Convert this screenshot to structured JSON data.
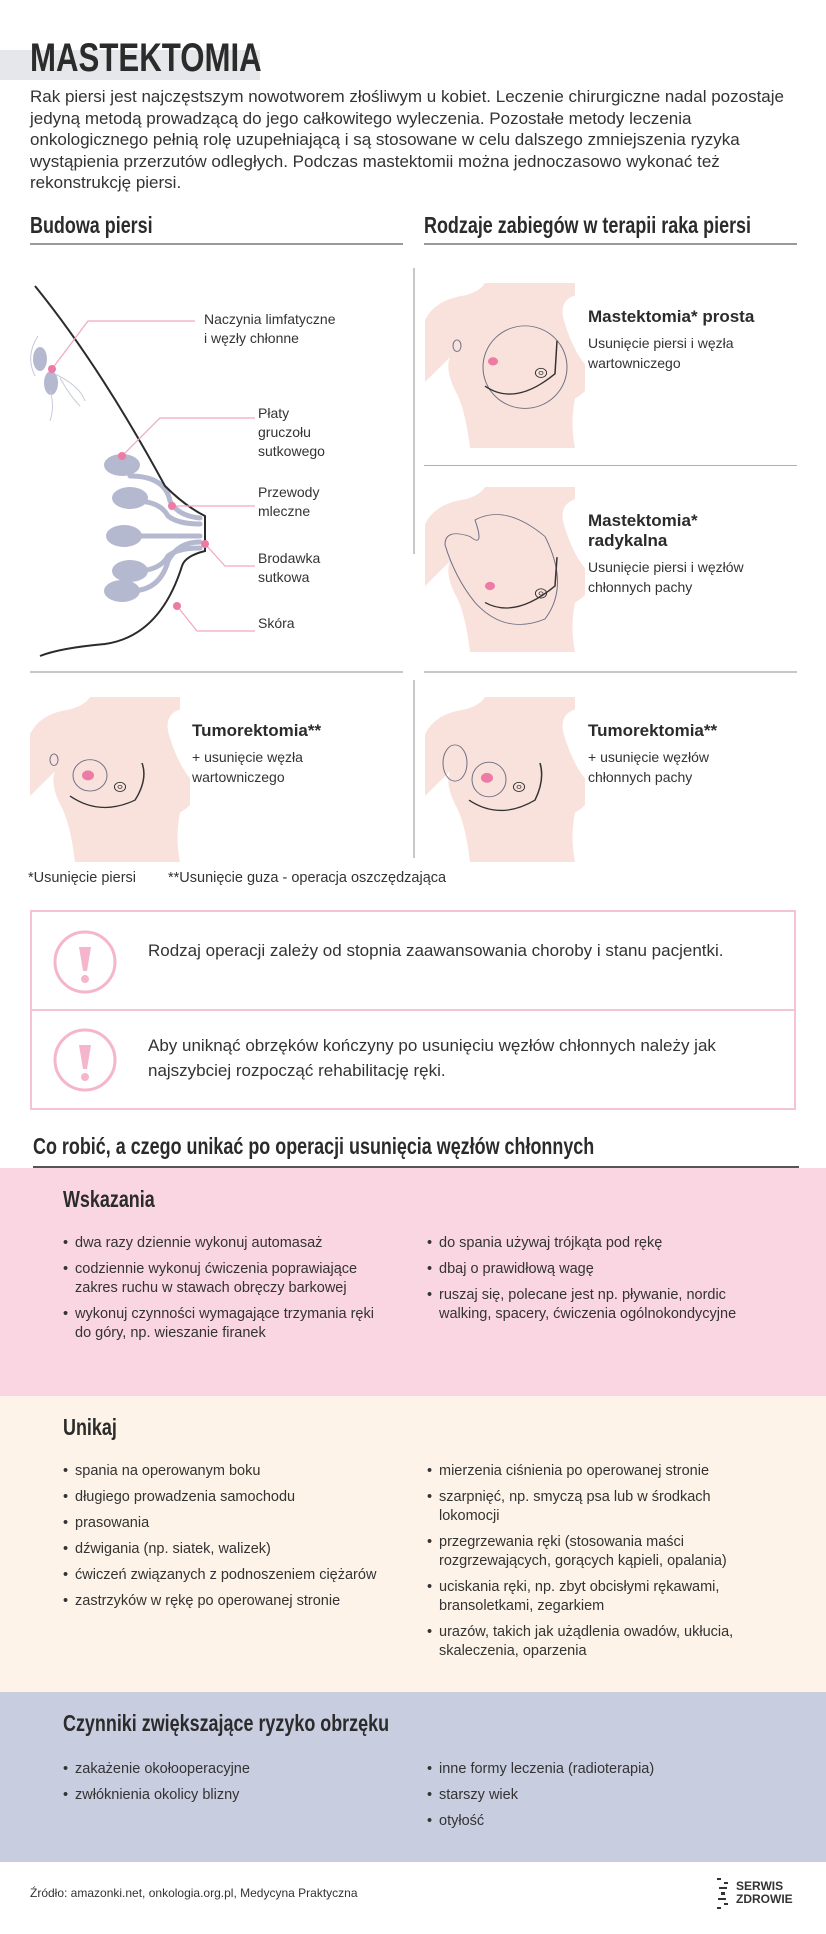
{
  "title": "MASTEKTOMIA",
  "intro": "Rak piersi jest najczęstszym nowotworem złośliwym u kobiet. Leczenie chirurgiczne nadal pozostaje jedyną metodą prowadzącą do jego całkowitego wyleczenia. Pozostałe metody leczenia onkologicznego pełnią rolę uzupełniającą  i są stosowane w celu dalszego zmniejszenia ryzyka wystąpienia przerzutów odległych. Podczas mastektomii można jednoczasowo wykonać też rekonstrukcję piersi.",
  "sections": {
    "anatomy": "Budowa piersi",
    "procedures": "Rodzaje zabiegów w terapii raka piersi"
  },
  "anatomy_labels": {
    "lymph": [
      "Naczynia limfatyczne",
      "i węzły chłonne"
    ],
    "lobes": [
      "Płaty",
      "gruczołu",
      "sutkowego"
    ],
    "ducts": [
      "Przewody",
      "mleczne"
    ],
    "nipple": [
      "Brodawka",
      "sutkowa"
    ],
    "skin": "Skóra"
  },
  "procedures": [
    {
      "title": "Mastektomia* prosta",
      "desc": "Usunięcie piersi i węzła wartowniczego"
    },
    {
      "title": "Mastektomia* radykalna",
      "desc": "Usunięcie piersi i węzłów chłonnych pachy"
    },
    {
      "title": "Tumorektomia**",
      "desc": "+ usunięcie węzła wartowniczego"
    },
    {
      "title": "Tumorektomia**",
      "desc": "+ usunięcie węzłów chłonnych pachy"
    }
  ],
  "footnotes": [
    "*Usunięcie piersi",
    "**Usunięcie guza - operacja oszczędzająca"
  ],
  "alerts": [
    "Rodzaj operacji zależy od stopnia zaawansowania choroby i stanu pacjentki.",
    "Aby uniknąć obrzęków kończyny po usunięciu węzłów chłonnych należy jak najszybciej rozpocząć rehabilitację ręki."
  ],
  "care_heading": "Co robić, a czego unikać po operacji usunięcia węzłów chłonnych",
  "indications": {
    "title": "Wskazania",
    "left": [
      "dwa razy dziennie wykonuj automasaż",
      "codziennie wykonuj ćwiczenia poprawiające zakres ruchu w stawach obręczy barkowej",
      "wykonuj czynności wymagające trzymania ręki do góry, np. wieszanie firanek"
    ],
    "right": [
      "do spania używaj trójkąta pod rękę",
      "dbaj o prawidłową wagę",
      "ruszaj się, polecane jest np. pływanie, nordic walking, spacery, ćwiczenia ogólnokondycyjne"
    ]
  },
  "avoid": {
    "title": "Unikaj",
    "left": [
      "spania na operowanym boku",
      "długiego prowadzenia samochodu",
      "prasowania",
      "dźwigania (np. siatek, walizek)",
      "ćwiczeń związanych z podnoszeniem ciężarów",
      "zastrzyków w rękę po operowanej stronie"
    ],
    "right": [
      "mierzenia ciśnienia po operowanej stronie",
      "szarpnięć, np. smyczą psa lub w środkach lokomocji",
      "przegrzewania ręki (stosowania maści rozgrzewających, gorących kąpieli, opalania)",
      "uciskania ręki, np. zbyt obcisłymi rękawami, bransoletkami, zegarkiem",
      "urazów, takich jak użądlenia owadów, ukłucia, skaleczenia, oparzenia"
    ]
  },
  "risk": {
    "title": "Czynniki zwiększające ryzyko obrzęku",
    "left": [
      "zakażenie okołooperacyjne",
      "zwłóknienia okolicy blizny"
    ],
    "right": [
      "inne formy leczenia (radioterapia)",
      "starszy wiek",
      "otyłość"
    ]
  },
  "source": "Źródło: amazonki.net, onkologia.org.pl, Medycyna Praktyczna",
  "logo": [
    "SERWIS",
    "ZDROWIE"
  ],
  "colors": {
    "pink": "#fad6e3",
    "cream": "#fdf3e8",
    "lavender": "#c9cde0",
    "skin": "#f9e1dc",
    "accent": "#ee7aa6"
  }
}
